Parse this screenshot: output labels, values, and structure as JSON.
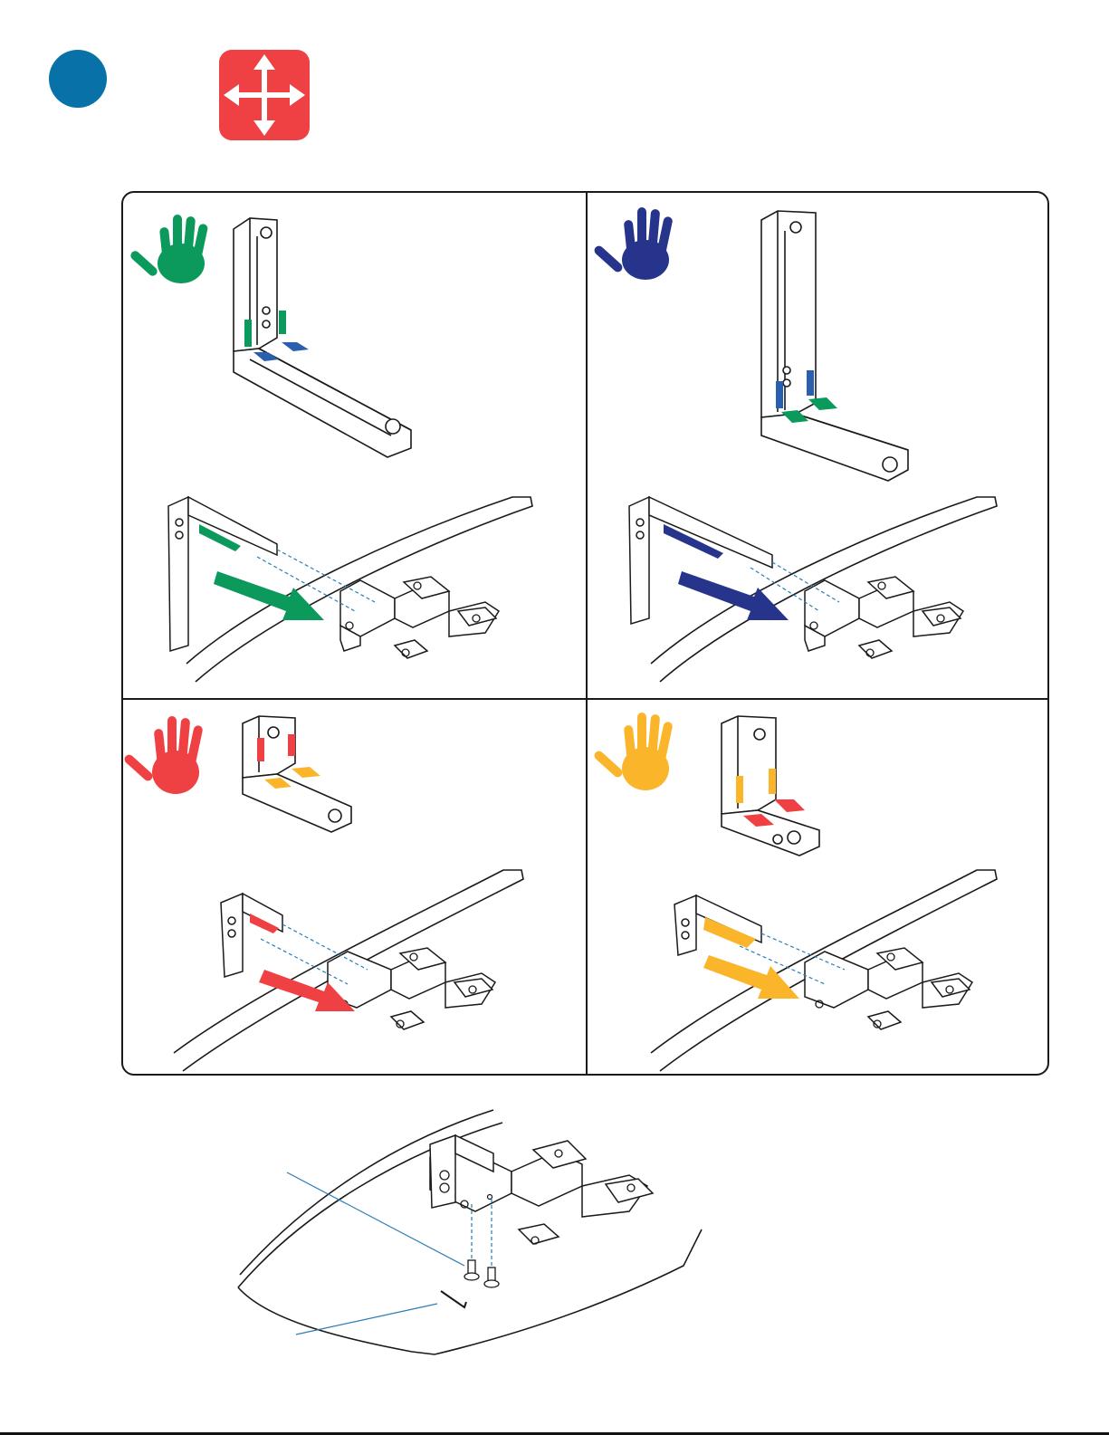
{
  "colors": {
    "step_blue": "#0872a8",
    "move_red": "#ef4043",
    "hand_green": "#0b9a5c",
    "hand_navy": "#27348b",
    "hand_red": "#ef4043",
    "hand_yellow": "#fbb52b",
    "outline": "#1a1a1a",
    "guide_line": "#2a7db5"
  },
  "icons": {
    "step_marker": "blue-circle-icon",
    "move_symbol": "four-way-arrow-icon",
    "panel_green": "green-hand-icon",
    "panel_blue": "navy-hand-icon",
    "panel_red": "red-hand-icon",
    "panel_yellow": "yellow-hand-icon",
    "screws": "bolt-icon",
    "tool": "hex-key-icon"
  },
  "panels": [
    {
      "hand": "green",
      "bracket": "tall-l-bracket",
      "stripe_primary": "green",
      "stripe_secondary": "blue"
    },
    {
      "hand": "navy",
      "bracket": "tall-l-bracket",
      "stripe_primary": "blue",
      "stripe_secondary": "green"
    },
    {
      "hand": "red",
      "bracket": "short-l-bracket",
      "stripe_primary": "red",
      "stripe_secondary": "yellow"
    },
    {
      "hand": "yellow",
      "bracket": "short-l-bracket",
      "stripe_primary": "yellow",
      "stripe_secondary": "red"
    }
  ]
}
